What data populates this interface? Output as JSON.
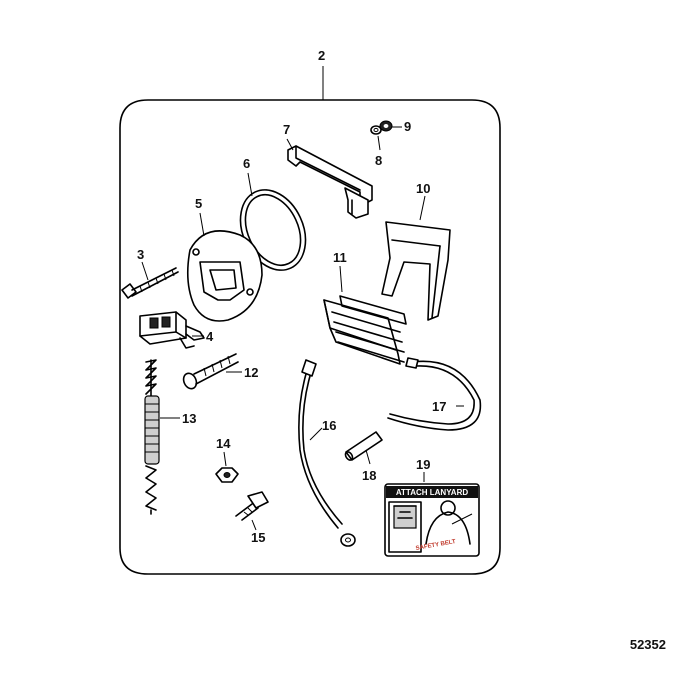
{
  "diagram": {
    "assembly_number": "2",
    "figure_number": "52352",
    "parts": [
      {
        "id": "p2",
        "number": "2"
      },
      {
        "id": "p3",
        "number": "3"
      },
      {
        "id": "p4",
        "number": "4"
      },
      {
        "id": "p5",
        "number": "5"
      },
      {
        "id": "p6",
        "number": "6"
      },
      {
        "id": "p7",
        "number": "7"
      },
      {
        "id": "p8",
        "number": "8"
      },
      {
        "id": "p9",
        "number": "9"
      },
      {
        "id": "p10",
        "number": "10"
      },
      {
        "id": "p11",
        "number": "11"
      },
      {
        "id": "p12",
        "number": "12"
      },
      {
        "id": "p13",
        "number": "13"
      },
      {
        "id": "p14",
        "number": "14"
      },
      {
        "id": "p15",
        "number": "15"
      },
      {
        "id": "p16",
        "number": "16"
      },
      {
        "id": "p17",
        "number": "17"
      },
      {
        "id": "p18",
        "number": "18"
      },
      {
        "id": "p19",
        "number": "19"
      }
    ],
    "decal": {
      "header_text": "ATTACH LANYARD",
      "strap_text": "SAFETY BELT"
    }
  }
}
